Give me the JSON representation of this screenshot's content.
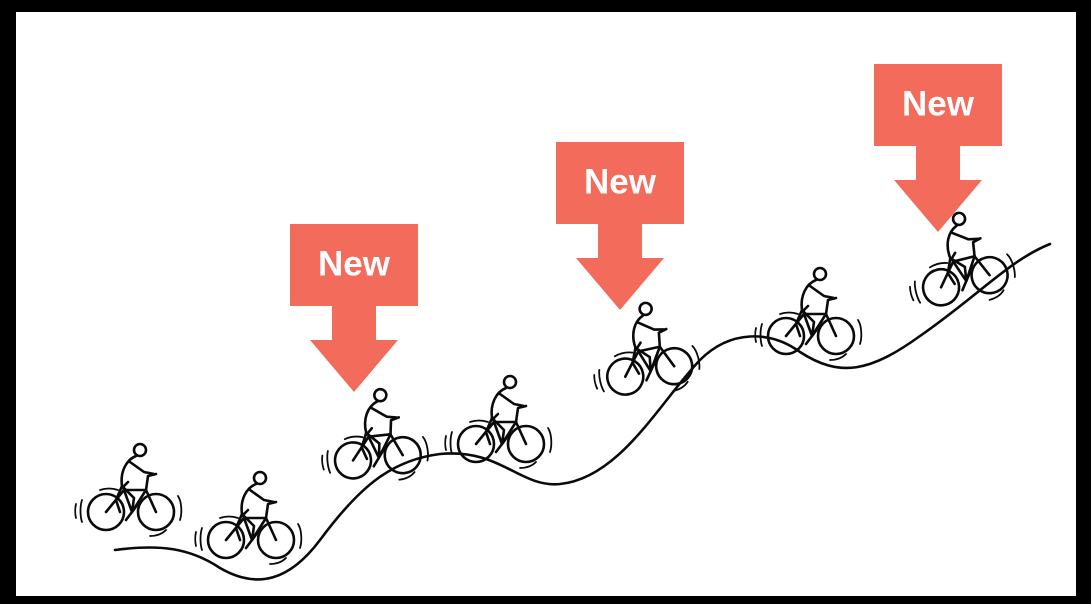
{
  "diagram": {
    "callouts": [
      {
        "label": "New"
      },
      {
        "label": "New"
      },
      {
        "label": "New"
      }
    ],
    "colors": {
      "callout": "#F26B5B",
      "ink": "#0A0A0A",
      "background": "#FFFFFF",
      "border": "#000000"
    },
    "icons": [
      "cyclist-icon",
      "hill-road-curve",
      "down-arrow-icon"
    ]
  }
}
